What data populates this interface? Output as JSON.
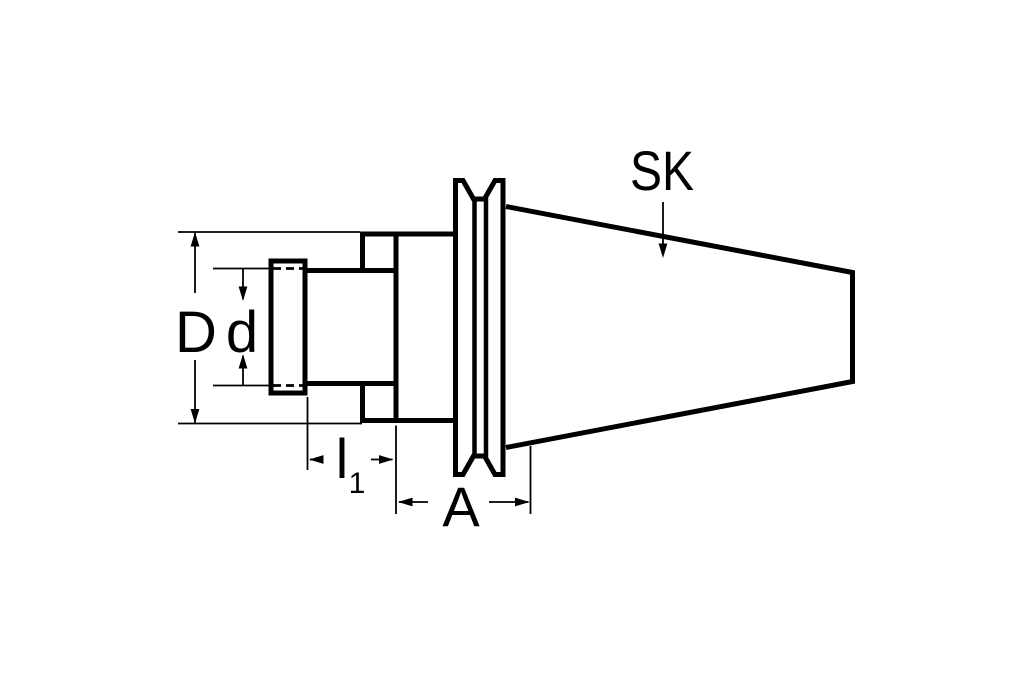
{
  "labels": {
    "taper": "SK",
    "diameter_outer": "D",
    "diameter_inner": "d",
    "length_letter": "l",
    "length_subscript": "1",
    "projection": "A"
  },
  "colors": {
    "line": "#000000",
    "background": "#ffffff"
  }
}
